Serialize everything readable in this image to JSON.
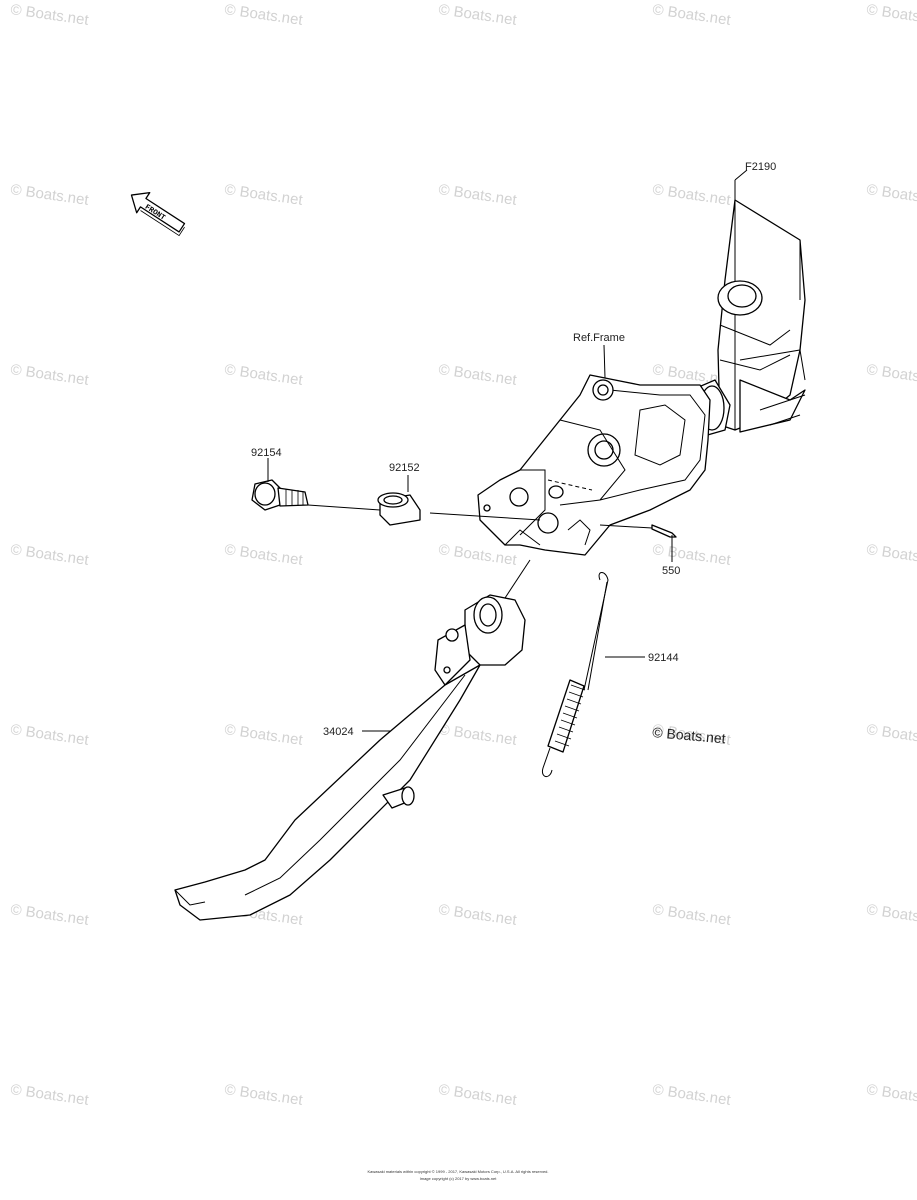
{
  "diagram": {
    "figure_code": "F2190",
    "front_label": "FRONT",
    "ref_frame_label": "Ref.Frame",
    "copyright_mark": "© Boats.net",
    "watermark": "© Boats.net",
    "footer_line1": "Kawasaki materials within copyright © 1999 - 2017, Kawasaki Motors Corp., U.S.A. All rights reserved.",
    "footer_line2": "Image copyright (c) 2017 by www.boats.net"
  },
  "parts": [
    {
      "number": "92154"
    },
    {
      "number": "92152"
    },
    {
      "number": "550"
    },
    {
      "number": "92144"
    },
    {
      "number": "34024"
    }
  ]
}
